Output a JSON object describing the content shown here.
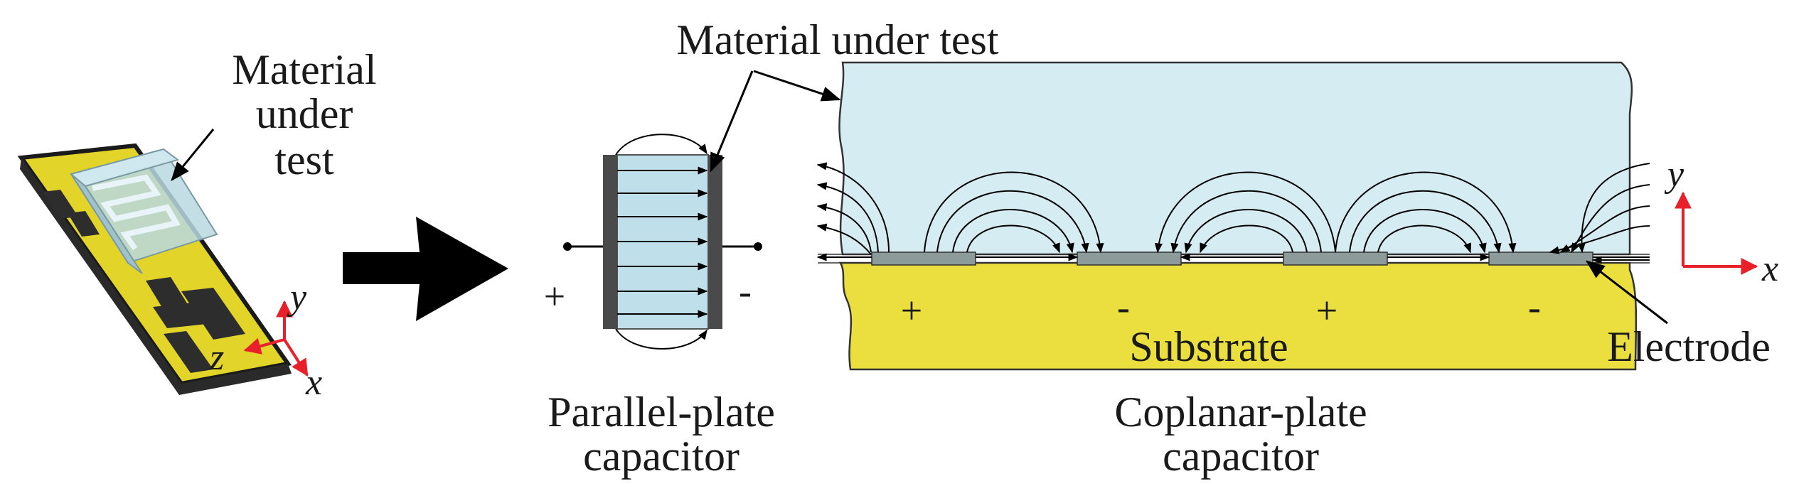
{
  "sensor_panel": {
    "label_line1": "Material",
    "label_line2": "under",
    "label_line3": "test",
    "axis_y": "y",
    "axis_z": "z",
    "axis_x": "x"
  },
  "parallel_plate": {
    "caption_line1": "Parallel-plate",
    "caption_line2": "capacitor",
    "plus": "+",
    "minus": "-"
  },
  "coplanar_plate": {
    "mut_label": "Material under test",
    "caption_line1": "Coplanar-plate",
    "caption_line2": "capacitor",
    "substrate_label": "Substrate",
    "electrode_label": "Electrode",
    "signs": [
      "+",
      "-",
      "+",
      "-"
    ],
    "axis_y": "y",
    "axis_x": "x"
  },
  "colors": {
    "mut_fill": "#d6ecf3",
    "substrate_fill": "#eadf3f",
    "electrode_fill": "#8c9a9a",
    "plate_fill": "#4a4a4a",
    "axis_color": "#e8202a",
    "arrow_color": "#000000"
  }
}
